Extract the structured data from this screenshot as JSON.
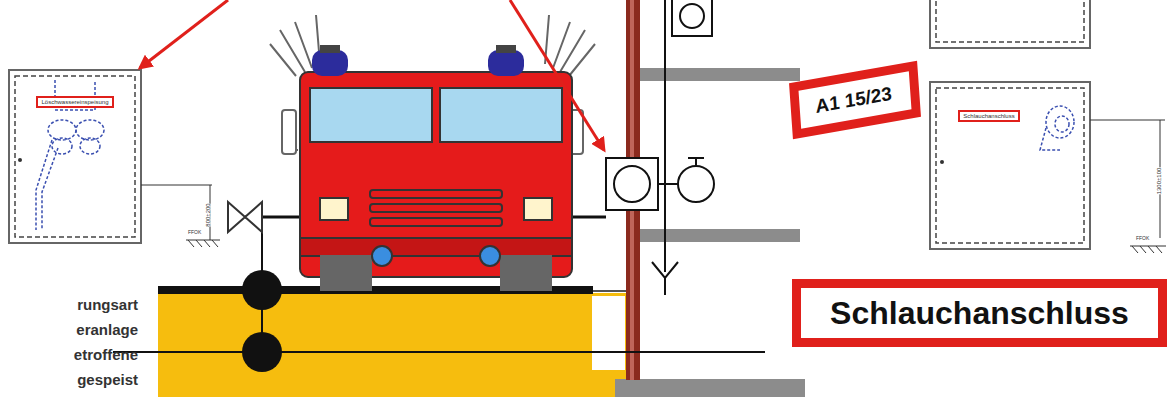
{
  "diagram": {
    "nodes": [
      {
        "text": [
          "Löschwassereinspeisung"
        ]
      },
      {
        "text": [
          "A1 15/23"
        ]
      },
      {
        "text": [
          "Schlauchanschluss"
        ]
      },
      {
        "text": [
          "Schlauchanschluss"
        ]
      }
    ],
    "labels": [
      "rungsart",
      "eranlage",
      "etroffene",
      "gespeist",
      "800±200",
      "FFOK",
      "1300±100",
      "FFOK"
    ]
  }
}
